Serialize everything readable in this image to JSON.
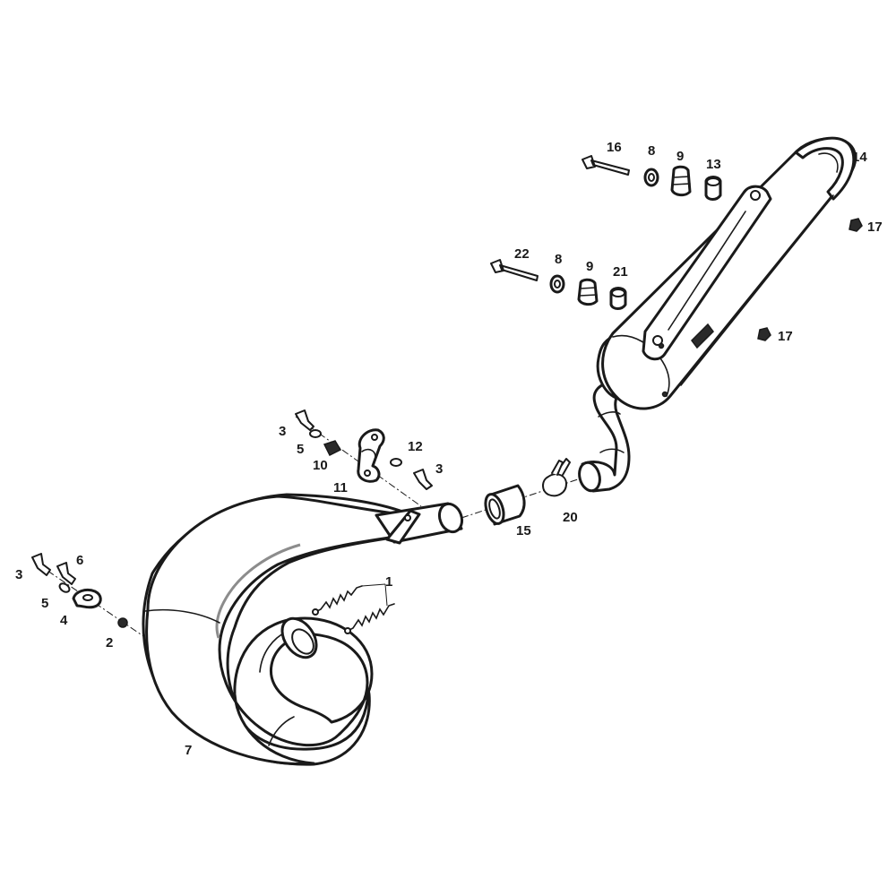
{
  "callouts": {
    "c1": "1",
    "c2": "2",
    "c3_left": "3",
    "c3_mid": "3",
    "c3_right": "3",
    "c4": "4",
    "c5_left": "5",
    "c5_mid": "5",
    "c6": "6",
    "c7": "7",
    "c8_top": "8",
    "c8_mid": "8",
    "c9_top": "9",
    "c9_mid": "9",
    "c10": "10",
    "c11": "11",
    "c12": "12",
    "c13": "13",
    "c14": "14",
    "c15": "15",
    "c16": "16",
    "c17_top": "17",
    "c17_mid": "17",
    "c20": "20",
    "c21": "21",
    "c22": "22"
  }
}
